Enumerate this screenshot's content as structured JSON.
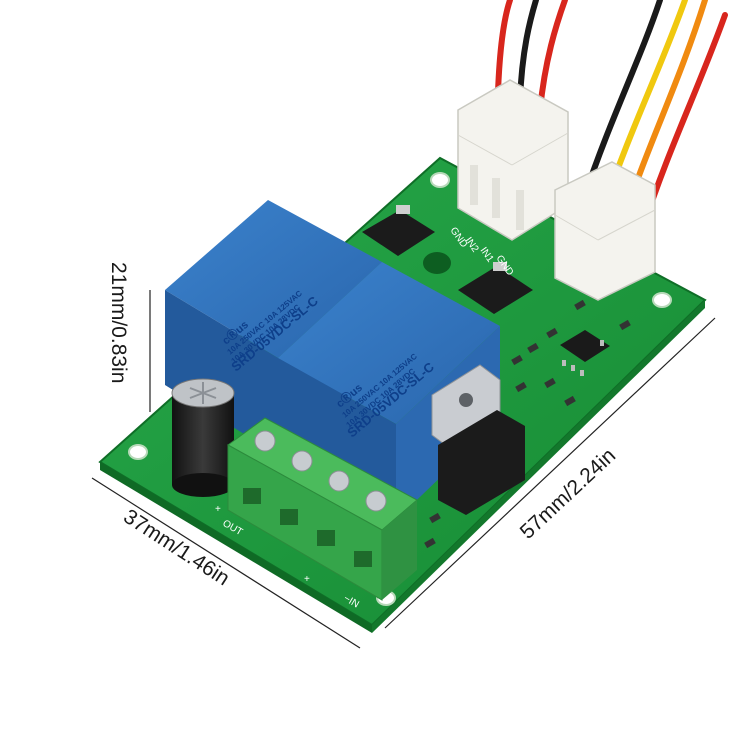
{
  "dimensions": {
    "width": "57mm/2.24in",
    "depth": "37mm/1.46in",
    "height": "21mm/0.83in"
  },
  "relays": [
    {
      "ul_mark": "cⓇus",
      "model": "SRD-05VDC-SL-C",
      "rating_ac": "10A 250VAC 10A 125VAC",
      "rating_dc": "10A 30VDC 10A 28VDC"
    },
    {
      "ul_mark": "cⓇus",
      "model": "SRD-05VDC-SL-C",
      "rating_ac": "10A 250VAC 10A 125VAC",
      "rating_dc": "10A 30VDC 10A 28VDC"
    }
  ],
  "silkscreen": {
    "out": "OUT",
    "plus_out": "+",
    "plus_in": "+",
    "minus_in": "−IN",
    "gnd1": "GND",
    "in2": "IN2",
    "in1": "IN1",
    "gnd2": "GND"
  },
  "colors": {
    "pcb": "#1f9a3c",
    "relay": "#2f6fb8",
    "terminal": "#35a54a",
    "connector": "#f2f2ee"
  }
}
